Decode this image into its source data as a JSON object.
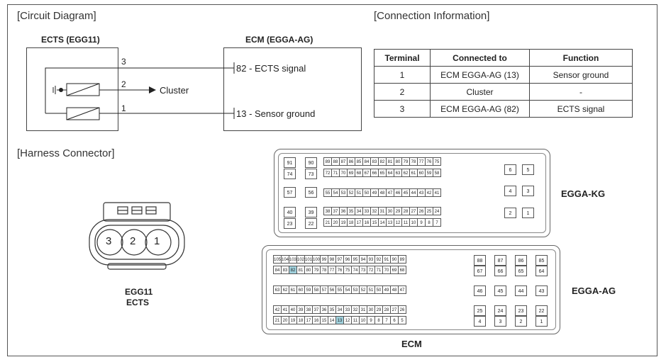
{
  "sections": {
    "circuit": "[Circuit Diagram]",
    "connection": "[Connection Information]",
    "harness": "[Harness Connector]"
  },
  "circuit": {
    "sensor_title": "ECTS (EGG11)",
    "ecm_title": "ECM (EGGA-AG)",
    "pin3": "3",
    "pin2": "2",
    "pin1": "1",
    "cluster": "Cluster",
    "ecm_sig": "82 - ECTS signal",
    "ecm_gnd": "13 - Sensor ground"
  },
  "table": {
    "headers": [
      "Terminal",
      "Connected to",
      "Function"
    ],
    "rows": [
      [
        "1",
        "ECM EGGA-AG (13)",
        "Sensor ground"
      ],
      [
        "2",
        "Cluster",
        "-"
      ],
      [
        "3",
        "ECM EGGA-AG (82)",
        "ECTS signal"
      ]
    ]
  },
  "egg11": {
    "pins": [
      "3",
      "2",
      "1"
    ],
    "label1": "EGG11",
    "label2": "ECTS"
  },
  "kg": {
    "name": "EGGA-KG",
    "row1": [
      "89",
      "88",
      "87",
      "86",
      "85",
      "84",
      "83",
      "82",
      "81",
      "80",
      "79",
      "78",
      "77",
      "76",
      "75"
    ],
    "row2": [
      "72",
      "71",
      "70",
      "69",
      "68",
      "67",
      "66",
      "65",
      "64",
      "63",
      "62",
      "61",
      "60",
      "59",
      "58"
    ],
    "row3": [
      "55",
      "54",
      "53",
      "52",
      "51",
      "50",
      "49",
      "48",
      "47",
      "46",
      "45",
      "44",
      "43",
      "42",
      "41"
    ],
    "row4": [
      "38",
      "37",
      "36",
      "35",
      "34",
      "33",
      "32",
      "31",
      "30",
      "29",
      "28",
      "27",
      "26",
      "25",
      "24"
    ],
    "row5": [
      "21",
      "20",
      "19",
      "18",
      "17",
      "16",
      "15",
      "14",
      "13",
      "12",
      "11",
      "10",
      "9",
      "8",
      "7"
    ],
    "left_col1": [
      "91",
      "74",
      "57",
      "40",
      "23"
    ],
    "left_col2": [
      "90",
      "73",
      "56",
      "39",
      "22"
    ],
    "right": [
      "6",
      "5",
      "4",
      "3",
      "2",
      "1"
    ]
  },
  "ag": {
    "name": "EGGA-AG",
    "ecm_label": "ECM",
    "row1": [
      "105",
      "104",
      "103",
      "102",
      "101",
      "100",
      "99",
      "98",
      "97",
      "96",
      "95",
      "94",
      "93",
      "92",
      "91",
      "90",
      "89"
    ],
    "row2": [
      "84",
      "83",
      "82",
      "81",
      "80",
      "79",
      "78",
      "77",
      "76",
      "75",
      "74",
      "73",
      "72",
      "71",
      "70",
      "69",
      "68"
    ],
    "row3": [
      "63",
      "62",
      "61",
      "60",
      "59",
      "58",
      "57",
      "56",
      "55",
      "54",
      "53",
      "52",
      "51",
      "50",
      "49",
      "48",
      "47"
    ],
    "row4": [
      "42",
      "41",
      "40",
      "39",
      "38",
      "37",
      "36",
      "35",
      "34",
      "33",
      "32",
      "31",
      "30",
      "29",
      "28",
      "27",
      "26"
    ],
    "row5": [
      "21",
      "20",
      "19",
      "18",
      "17",
      "16",
      "15",
      "14",
      "13",
      "12",
      "11",
      "10",
      "9",
      "8",
      "7",
      "6",
      "5"
    ],
    "right1": [
      "88",
      "87",
      "86",
      "85"
    ],
    "right2": [
      "67",
      "66",
      "65",
      "64"
    ],
    "right3": [
      "46",
      "45",
      "44",
      "43"
    ],
    "right4": [
      "25",
      "24",
      "23",
      "22"
    ],
    "right5": [
      "4",
      "3",
      "2",
      "1"
    ],
    "highlight": [
      "82",
      "13"
    ],
    "highlight_color": "#9fd0dc"
  }
}
